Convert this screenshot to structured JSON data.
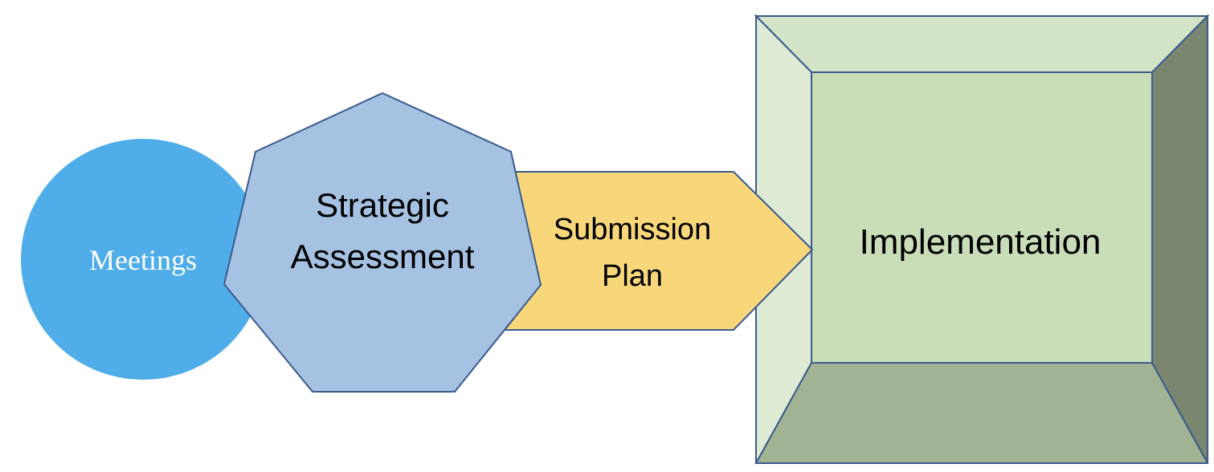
{
  "diagram": {
    "nodes": [
      {
        "id": "meetings",
        "shape": "circle",
        "label_lines": [
          "Meetings"
        ],
        "fill": "#4FADEA",
        "text_color": "#FFFFFF"
      },
      {
        "id": "strategic-assessment",
        "shape": "heptagon",
        "label_lines": [
          "Strategic",
          "Assessment"
        ],
        "fill": "#A6C2E3",
        "stroke": "#3A5A8C",
        "text_color": "#000000"
      },
      {
        "id": "submission-plan",
        "shape": "pentagon-arrow",
        "label_lines": [
          "Submission",
          "Plan"
        ],
        "fill": "#F7D77A",
        "stroke": "#3A5A8C",
        "text_color": "#000000"
      },
      {
        "id": "implementation",
        "shape": "bevel-square",
        "label_lines": [
          "Implementation"
        ],
        "fill": "#C9DDB8",
        "stroke": "#3A5A8C",
        "text_color": "#000000",
        "bevel_colors": {
          "top": "#D3E4C6",
          "left": "#DEEAD4",
          "right": "#7A8670",
          "bottom": "#A2B393"
        }
      }
    ],
    "flow": [
      "meetings",
      "strategic-assessment",
      "submission-plan",
      "implementation"
    ]
  }
}
